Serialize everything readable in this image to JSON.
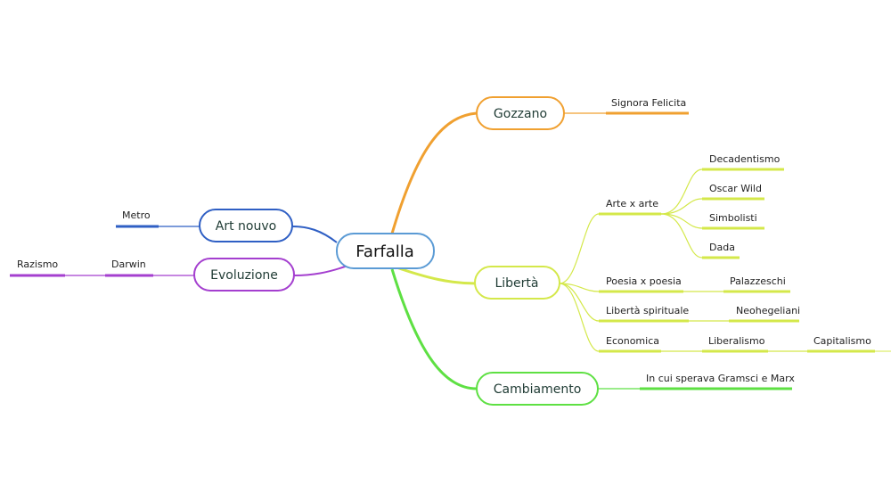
{
  "center": {
    "label": "Farfalla",
    "color": "#5b9bd5"
  },
  "branches": {
    "gozzano": {
      "label": "Gozzano",
      "color": "#f0a030",
      "children": [
        "Signora Felicita"
      ]
    },
    "liberta": {
      "label": "Libertà",
      "color": "#d4e84a"
    },
    "cambiamento": {
      "label": "Cambiamento",
      "color": "#5ee043",
      "children": [
        "In cui sperava Gramsci e Marx"
      ]
    },
    "art_nouvo": {
      "label": "Art nouvo",
      "color": "#2f5fc4",
      "children": [
        "Metro"
      ]
    },
    "evoluzione": {
      "label": "Evoluzione",
      "color": "#a43fcf",
      "children": [
        "Darwin",
        "Razismo"
      ]
    }
  },
  "liberta_sub": {
    "arte_x_arte": {
      "label": "Arte x arte",
      "children": [
        "Decadentismo",
        "Oscar Wild",
        "Simbolisti",
        "Dada"
      ]
    },
    "poesia_x_poesia": {
      "label": "Poesia x poesia",
      "children": [
        "Palazzeschi"
      ]
    },
    "liberta_spirituale": {
      "label": "Libertà spirituale",
      "children": [
        "Neohegeliani"
      ]
    },
    "economica": {
      "label": "Economica",
      "children": [
        "Liberalismo",
        "Capitalismo"
      ]
    }
  }
}
